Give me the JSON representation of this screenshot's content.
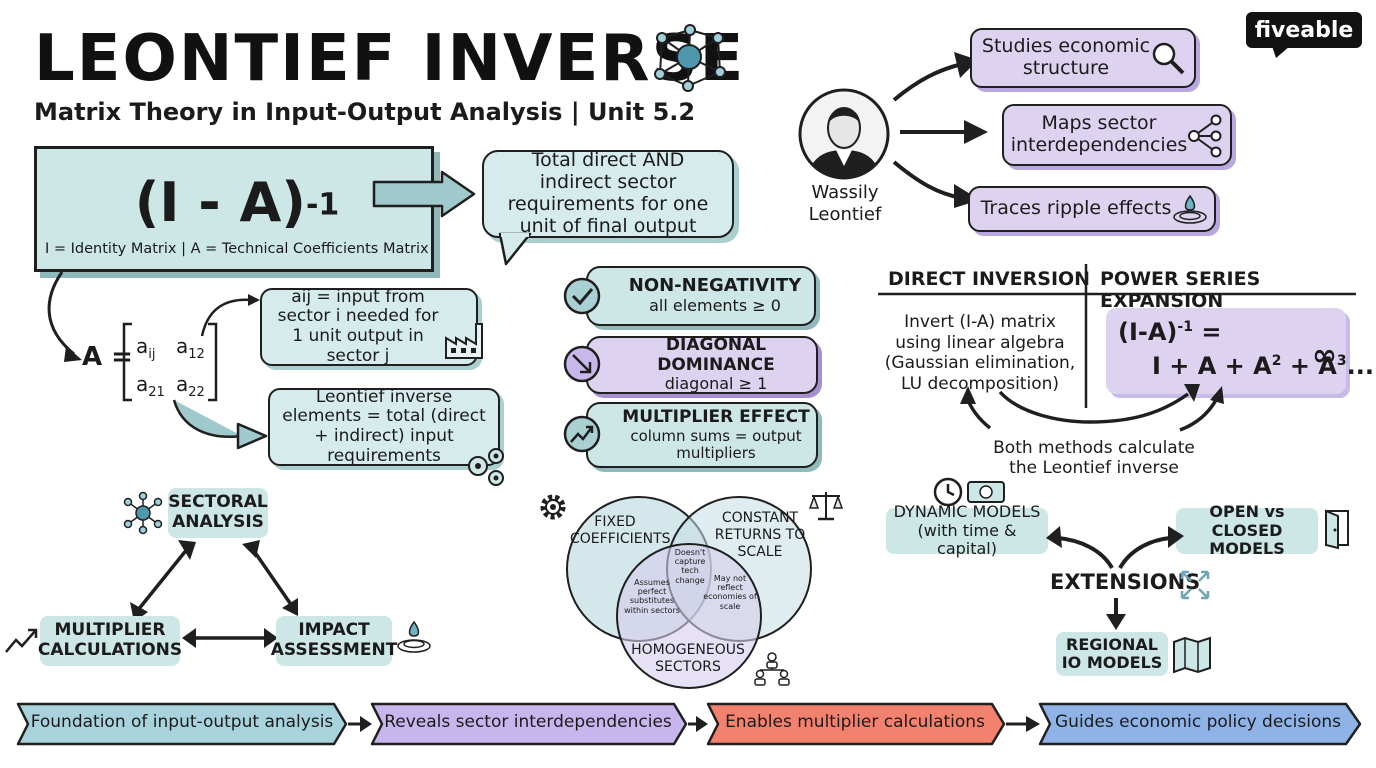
{
  "title": "LEONTIEF INVERSE",
  "subtitle": "Matrix Theory in Input-Output Analysis | Unit 5.2",
  "brand": "fiveable",
  "formula": {
    "main": "(I - A)",
    "exponent": "-1",
    "legend": "I = Identity Matrix | A = Technical Coefficients Matrix",
    "callout": "Total direct AND indirect sector requirements for one unit of final output"
  },
  "leontief": {
    "name_line1": "Wassily",
    "name_line2": "Leontief",
    "facts": [
      {
        "text": "Studies economic structure",
        "icon": "magnifier-icon"
      },
      {
        "text": "Maps sector interdependencies",
        "icon": "network-icon"
      },
      {
        "text": "Traces ripple effects",
        "icon": "ripple-icon"
      }
    ]
  },
  "matrix": {
    "lhs": "A =",
    "cells": [
      "a",
      "ij",
      "a",
      "12",
      "a",
      "21",
      "a",
      "22"
    ],
    "note": "aij = input from sector i needed for 1 unit output in sector j",
    "elements_note": "Leontief inverse elements = total (direct + indirect) input requirements"
  },
  "properties": [
    {
      "title": "NON-NEGATIVITY",
      "desc": "all elements ≥ 0",
      "icon": "check-icon"
    },
    {
      "title": "DIAGONAL DOMINANCE",
      "desc": "diagonal ≥ 1",
      "icon": "arrow-down-right-icon"
    },
    {
      "title": "MULTIPLIER EFFECT",
      "desc": "column sums = output multipliers",
      "icon": "trend-up-icon"
    }
  ],
  "methods": {
    "direct_header": "DIRECT INVERSION",
    "series_header": "POWER SERIES EXPANSION",
    "direct_text": "Invert (I-A) matrix using linear algebra (Gaussian elimination, LU decomposition)",
    "series_line1": "(I-A)",
    "series_exp": "-1",
    "series_eq": "=",
    "series_line2": "I + A + A",
    "series_sq": "2",
    "series_plus": "+ A",
    "series_cube": "3",
    "series_dots": "...",
    "infinity": "∞",
    "both": "Both methods calculate the Leontief inverse"
  },
  "applications": {
    "sectoral": "SECTORAL ANALYSIS",
    "multiplier": "MULTIPLIER CALCULATIONS",
    "impact": "IMPACT ASSESSMENT"
  },
  "venn": {
    "fixed": "FIXED COEFFICIENTS",
    "constant": "CONSTANT RETURNS TO SCALE",
    "homogeneous": "HOMOGENEOUS SECTORS",
    "center": "Doesn't capture tech change",
    "left": "Assumes perfect substitutes within sectors",
    "right": "May not reflect economies of scale"
  },
  "extensions": {
    "center": "EXTENSIONS",
    "dynamic": "DYNAMIC MODELS (with time & capital)",
    "open_closed": "OPEN vs CLOSED MODELS",
    "regional": "REGIONAL IO MODELS"
  },
  "flow": [
    {
      "text": "Foundation of input-output analysis",
      "color": "#a9d3dc"
    },
    {
      "text": "Reveals sector interdependencies",
      "color": "#c7b5ee"
    },
    {
      "text": "Enables multiplier calculations",
      "color": "#f2826e"
    },
    {
      "text": "Guides economic policy decisions",
      "color": "#8fb3e6"
    }
  ]
}
